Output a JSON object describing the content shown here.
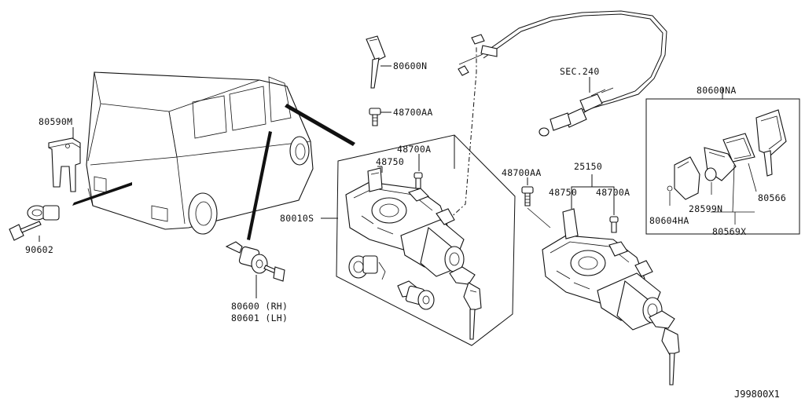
{
  "diagram_ref": "J99800X1",
  "parts": {
    "p80590M": "80590M",
    "p90602": "90602",
    "p80600RH": "80600 (RH)",
    "p80601LH": "80601 (LH)",
    "p80600N": "80600N",
    "p48700AA_top": "48700AA",
    "p48700A_left": "48700A",
    "p48750_left": "48750",
    "p80010S": "80010S",
    "pSEC240": "SEC.240",
    "p48700AA_right": "48700AA",
    "p25150": "25150",
    "p48750_right": "48750",
    "p48700A_right": "48700A",
    "p80600NA": "80600NA",
    "p80566": "80566",
    "p28599N": "28599N",
    "p80604HA": "80604HA",
    "p80569X": "80569X"
  }
}
